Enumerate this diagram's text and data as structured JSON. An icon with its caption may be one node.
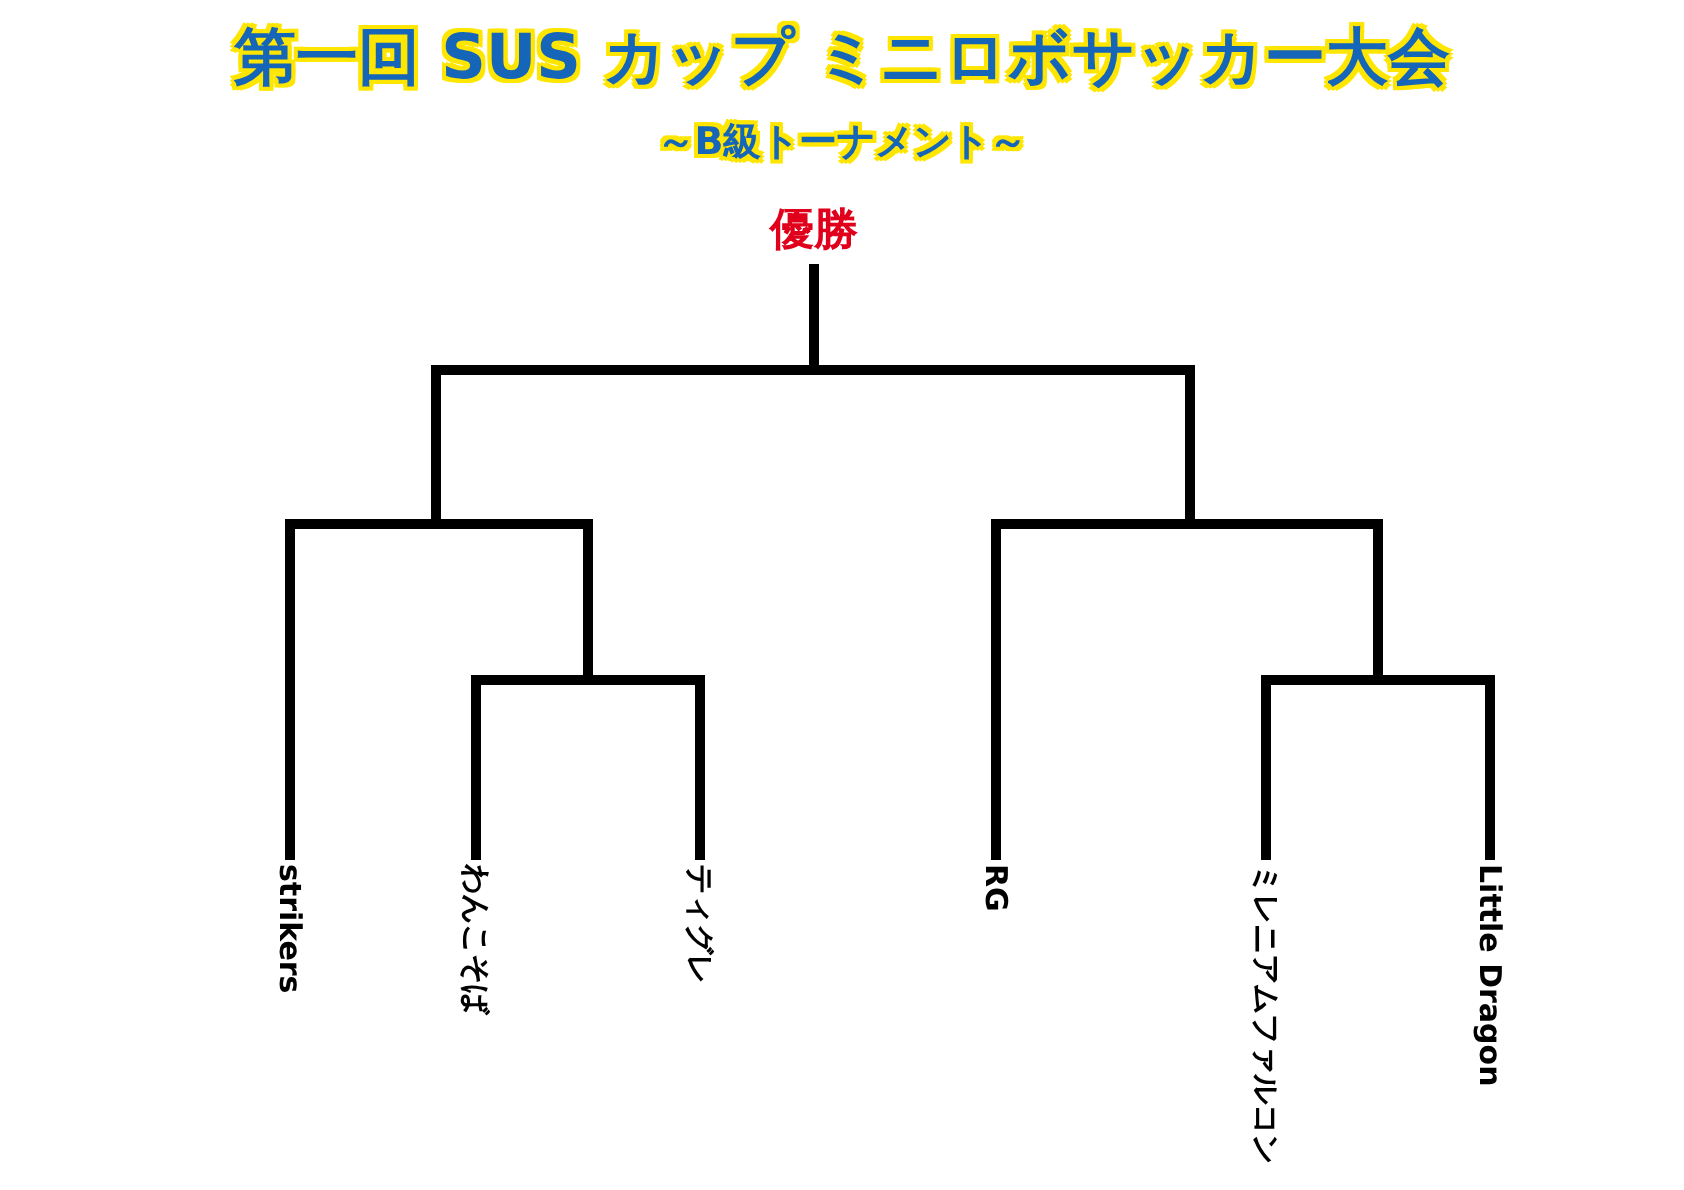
{
  "diagram": {
    "title": "第一回 SUS カップ ミニロボサッカー大会",
    "nodes": [
      {
        "text": [
          "優勝"
        ]
      },
      {
        "text": [
          "strikers"
        ]
      },
      {
        "text": [
          "わんこそば"
        ]
      },
      {
        "text": [
          "ティグレ"
        ]
      },
      {
        "text": [
          "RG"
        ]
      },
      {
        "text": [
          "ミレニアムファルコン"
        ]
      },
      {
        "text": [
          "Little Dragon"
        ]
      }
    ],
    "edges": [
      {
        "from": 1,
        "to": 0,
        "arrow": "none"
      },
      {
        "from": 2,
        "to": 0,
        "arrow": "none"
      },
      {
        "from": 3,
        "to": 0,
        "arrow": "none"
      },
      {
        "from": 4,
        "to": 0,
        "arrow": "none"
      },
      {
        "from": 5,
        "to": 0,
        "arrow": "none"
      },
      {
        "from": 6,
        "to": 0,
        "arrow": "none"
      }
    ],
    "labels": [
      "～B級トーナメント～"
    ]
  }
}
